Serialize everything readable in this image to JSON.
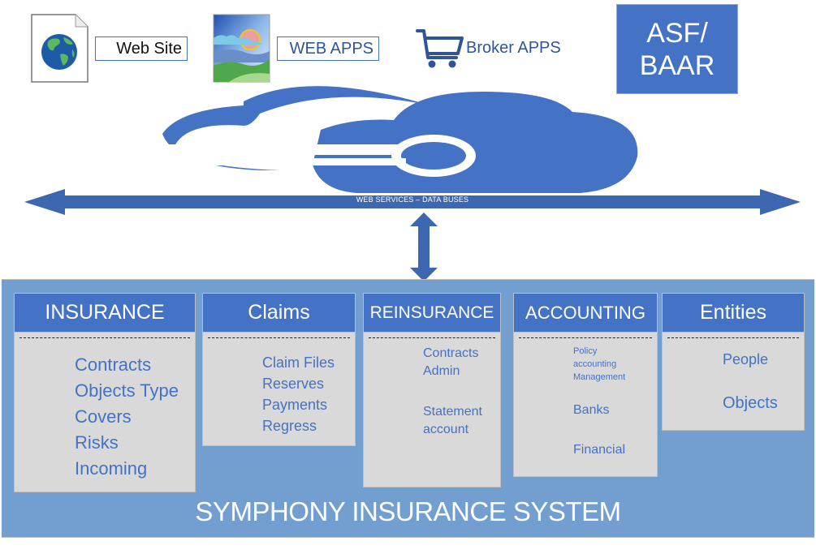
{
  "top_row": {
    "website_label": "Web Site",
    "webapps_label": "WEB APPS",
    "broker_label": "Broker APPS",
    "asf_box": {
      "line1": "ASF/",
      "line2": "BAAR"
    }
  },
  "bus": {
    "label": "WEB SERVICES – DATA BUSES"
  },
  "system": {
    "title": "SYMPHONY INSURANCE SYSTEM",
    "modules": [
      {
        "title": "INSURANCE",
        "items": [
          "Contracts",
          "Objects Type",
          "Covers",
          "Risks",
          "Incoming"
        ]
      },
      {
        "title": "Claims",
        "items": [
          "Claim Files",
          "Reserves",
          "Payments",
          "Regress"
        ]
      },
      {
        "title": "REINSURANCE",
        "items": [
          "Contracts",
          "Admin",
          "",
          "Statement",
          "account"
        ]
      },
      {
        "title": "ACCOUNTING",
        "items": [
          "Policy",
          "accounting",
          "Management",
          "Banks",
          "Financial"
        ]
      },
      {
        "title": "Entities",
        "items": [
          "People",
          "Objects"
        ]
      }
    ]
  },
  "colors": {
    "primary_blue": "#4472c4",
    "dark_blue": "#2f5597",
    "system_bg": "#729fcf",
    "module_bg": "#d9d9d9"
  }
}
